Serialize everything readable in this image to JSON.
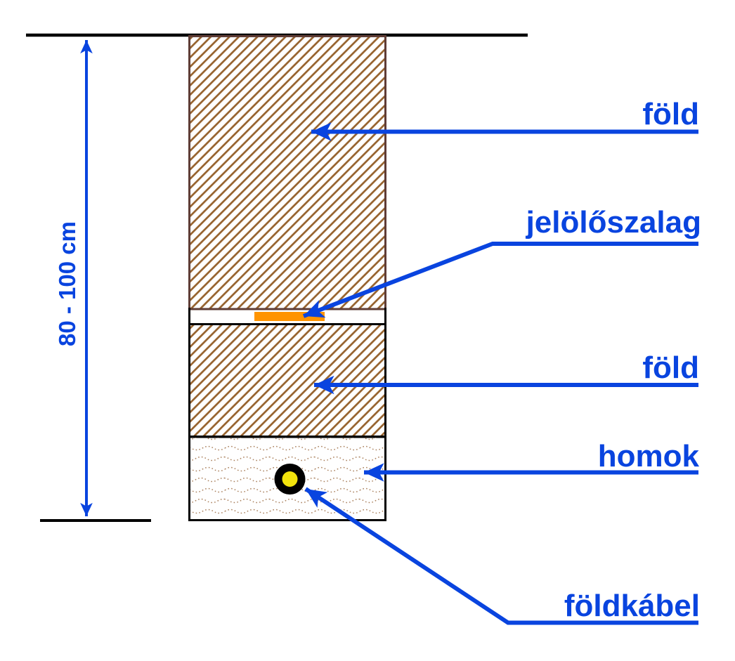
{
  "dimension": {
    "label": "80 - 100 cm"
  },
  "labels": {
    "topsoil": "föld",
    "marker_tape": "jelölőszalag",
    "soil": "föld",
    "sand": "homok",
    "cable": "földkábel"
  },
  "colors": {
    "annotation_blue": "#0944df",
    "hatch_brown": "#96622d",
    "topsoil_border_brown": "#5f3d36",
    "outline_black": "#000000",
    "tape_orange": "#ff9400",
    "cable_sheath_black": "#000000",
    "cable_core_yellow": "#f2e30c",
    "sand_texture_brown": "#a9805c"
  }
}
